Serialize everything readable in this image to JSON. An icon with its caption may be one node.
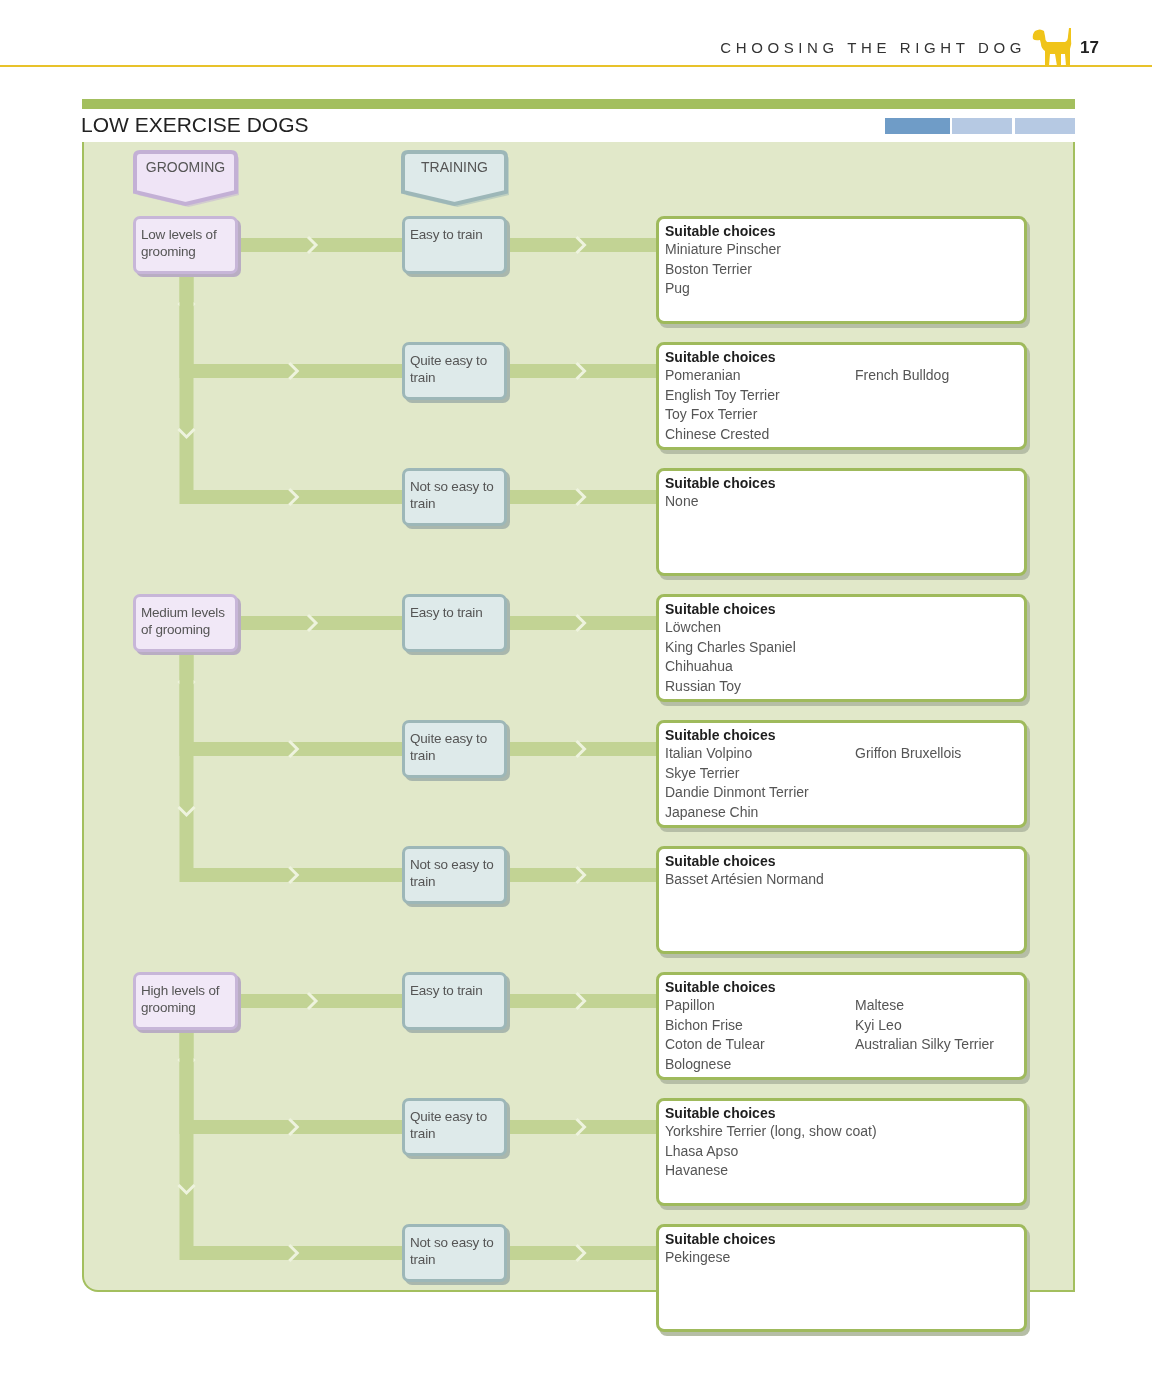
{
  "diagram": {
    "title": "LOW EXERCISE DOGS",
    "nodes": [
      {
        "text": [
          "GROOMING"
        ]
      },
      {
        "text": [
          "TRAINING"
        ]
      },
      {
        "text": [
          "Low levels of grooming"
        ]
      },
      {
        "text": [
          "Easy to train"
        ]
      },
      {
        "text": [
          "Suitable choices",
          "Miniature Pinscher",
          "Boston Terrier",
          "Pug"
        ]
      },
      {
        "text": [
          "Quite easy to train"
        ]
      },
      {
        "text": [
          "Suitable choices",
          "Pomeranian",
          "English Toy Terrier",
          "Toy Fox Terrier",
          "Chinese Crested",
          "French Bulldog"
        ]
      },
      {
        "text": [
          "Not so easy to train"
        ]
      },
      {
        "text": [
          "Suitable choices",
          "None"
        ]
      },
      {
        "text": [
          "Medium levels of grooming"
        ]
      },
      {
        "text": [
          "Easy to train"
        ]
      },
      {
        "text": [
          "Suitable choices",
          "Löwchen",
          "King Charles Spaniel",
          "Chihuahua",
          "Russian Toy"
        ]
      },
      {
        "text": [
          "Quite easy to train"
        ]
      },
      {
        "text": [
          "Suitable choices",
          "Italian Volpino",
          "Skye Terrier",
          "Dandie Dinmont Terrier",
          "Japanese Chin",
          "Griffon Bruxellois"
        ]
      },
      {
        "text": [
          "Not so easy to train"
        ]
      },
      {
        "text": [
          "Suitable choices",
          "Basset Artésien Normand"
        ]
      },
      {
        "text": [
          "High levels of grooming"
        ]
      },
      {
        "text": [
          "Easy to train"
        ]
      },
      {
        "text": [
          "Suitable choices",
          "Papillon",
          "Bichon Frise",
          "Coton de Tulear",
          "Bolognese",
          "Maltese",
          "Kyi Leo",
          "Australian Silky Terrier"
        ]
      },
      {
        "text": [
          "Quite easy to train"
        ]
      },
      {
        "text": [
          "Suitable choices",
          "Yorkshire Terrier (long, show coat)",
          "Lhasa Apso",
          "Havanese"
        ]
      },
      {
        "text": [
          "Not so easy to train"
        ]
      },
      {
        "text": [
          "Suitable choices",
          "Pekingese"
        ]
      }
    ],
    "edges": [
      {
        "from": 2,
        "to": 3,
        "arrow": "to"
      },
      {
        "from": 3,
        "to": 4,
        "arrow": "to"
      },
      {
        "from": 2,
        "to": 5,
        "arrow": "to"
      },
      {
        "from": 5,
        "to": 6,
        "arrow": "to"
      },
      {
        "from": 2,
        "to": 7,
        "arrow": "to"
      },
      {
        "from": 7,
        "to": 8,
        "arrow": "to"
      },
      {
        "from": 9,
        "to": 10,
        "arrow": "to"
      },
      {
        "from": 10,
        "to": 11,
        "arrow": "to"
      },
      {
        "from": 9,
        "to": 12,
        "arrow": "to"
      },
      {
        "from": 12,
        "to": 13,
        "arrow": "to"
      },
      {
        "from": 9,
        "to": 14,
        "arrow": "to"
      },
      {
        "from": 14,
        "to": 15,
        "arrow": "to"
      },
      {
        "from": 16,
        "to": 17,
        "arrow": "to"
      },
      {
        "from": 17,
        "to": 18,
        "arrow": "to"
      },
      {
        "from": 16,
        "to": 19,
        "arrow": "to"
      },
      {
        "from": 19,
        "to": 20,
        "arrow": "to"
      },
      {
        "from": 16,
        "to": 21,
        "arrow": "to"
      },
      {
        "from": 21,
        "to": 22,
        "arrow": "to"
      }
    ],
    "labels": [
      "CHOOSING THE RIGHT DOG",
      "17"
    ]
  }
}
